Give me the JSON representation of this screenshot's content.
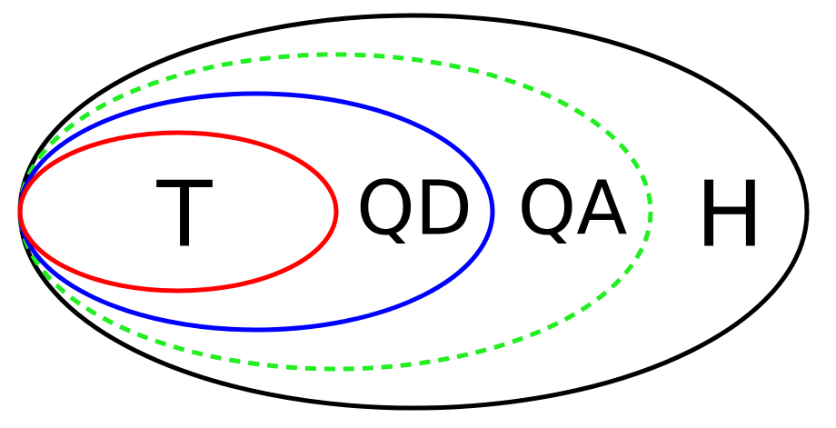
{
  "sets": [
    {
      "label": "H",
      "color": "#000000",
      "style": "solid"
    },
    {
      "label": "QA",
      "color": "#22ee22",
      "style": "dotted"
    },
    {
      "label": "QD",
      "color": "#0000ff",
      "style": "solid"
    },
    {
      "label": "T",
      "color": "#ff0000",
      "style": "solid"
    }
  ]
}
